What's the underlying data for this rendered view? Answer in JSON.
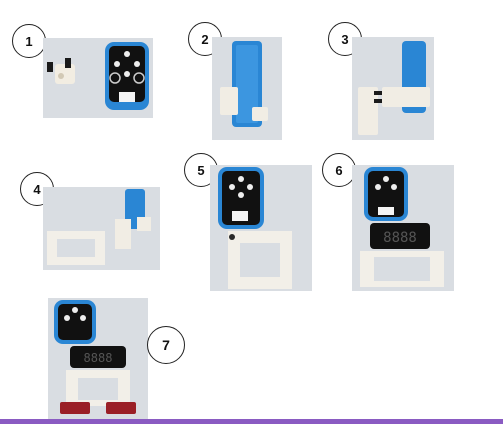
{
  "steps": [
    {
      "label": "1"
    },
    {
      "label": "2"
    },
    {
      "label": "3"
    },
    {
      "label": "4"
    },
    {
      "label": "5"
    },
    {
      "label": "6"
    },
    {
      "label": "7"
    }
  ],
  "colors": {
    "module_blue": "#2a86d4",
    "board_black": "#111111",
    "frame_white": "#f2efe8",
    "photo_bg": "#d8dde3",
    "accent_bar": "#8a5bc2",
    "foot_red": "#9a1f26"
  },
  "display": {
    "digits": "8888"
  }
}
